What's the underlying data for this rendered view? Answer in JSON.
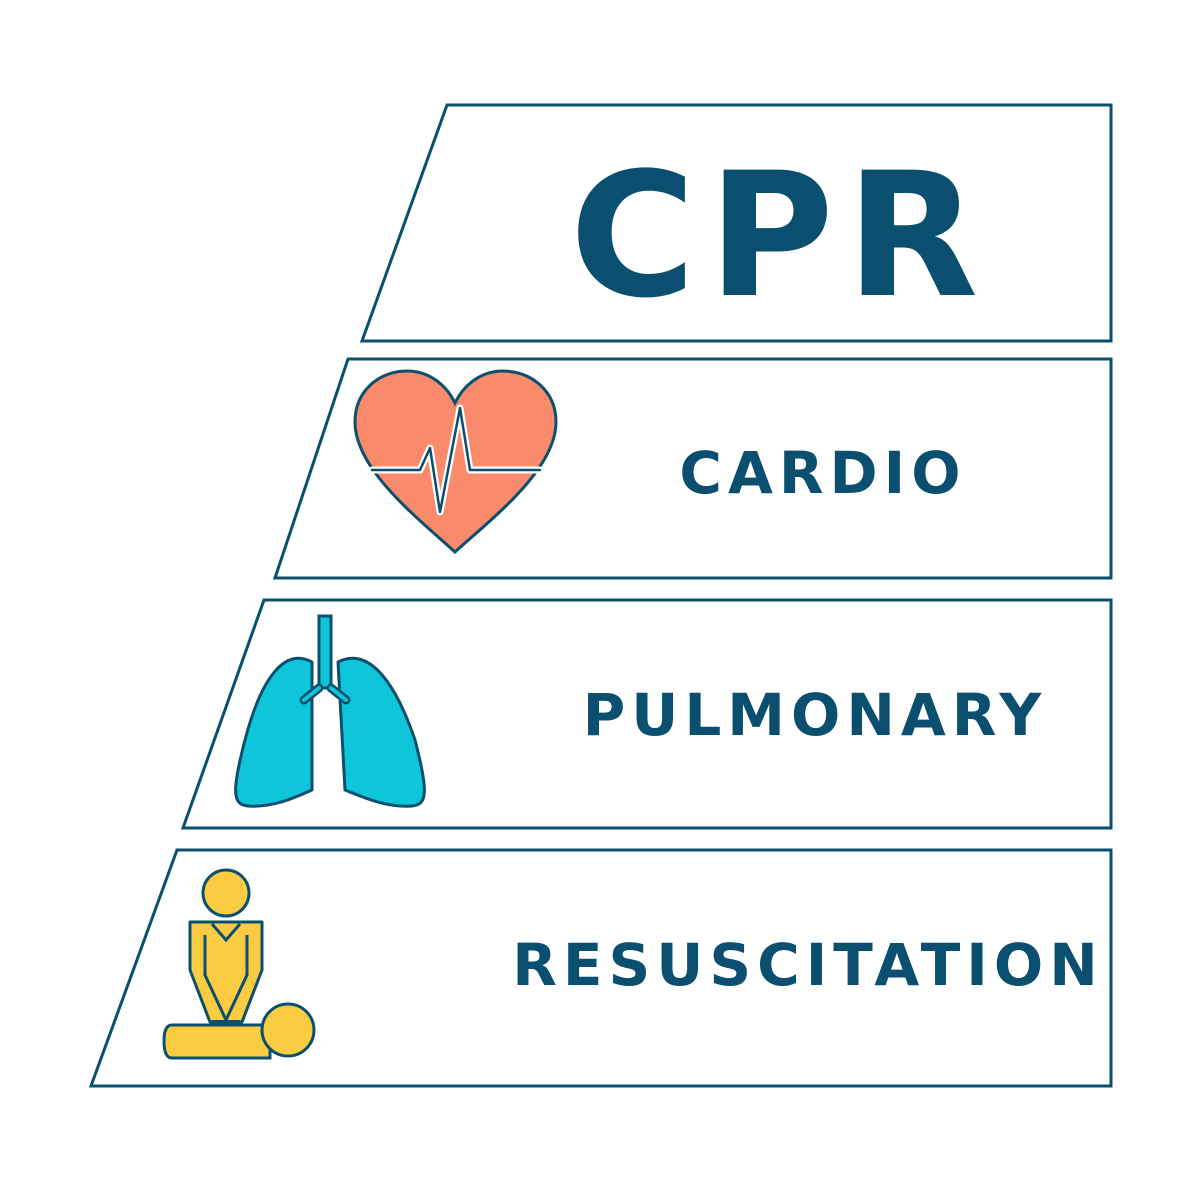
{
  "title": "CPR",
  "rows": [
    {
      "label": "CARDIO",
      "icon": "heart-pulse-icon"
    },
    {
      "label": "PULMONARY",
      "icon": "lungs-icon"
    },
    {
      "label": "RESUSCITATION",
      "icon": "chest-compression-icon"
    }
  ],
  "colors": {
    "outline": "#0a4f6f",
    "text": "#0a4f6f",
    "heart": "#fa8a6c",
    "lungs": "#0fc5da",
    "person": "#fbcc42"
  }
}
